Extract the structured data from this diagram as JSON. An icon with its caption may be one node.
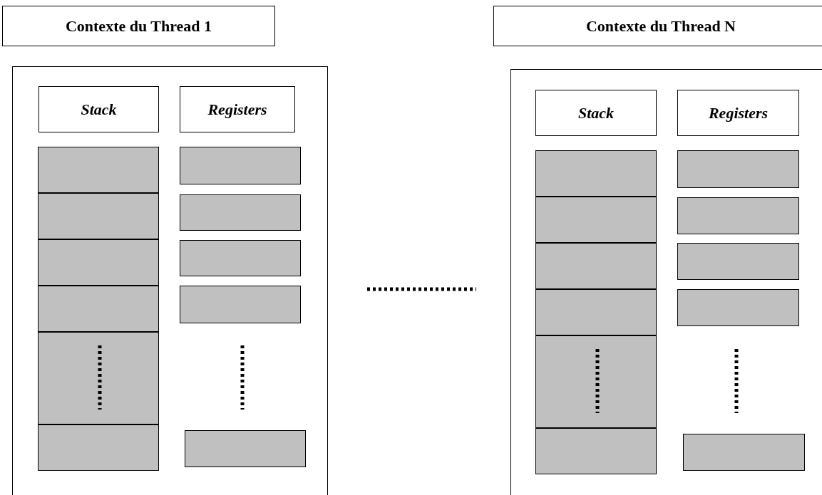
{
  "diagram": {
    "nodes": [
      {
        "text": [
          "Contexte du Thread 1"
        ]
      },
      {
        "text": [],
        "shape": "box"
      },
      {
        "text": [
          "Stack"
        ],
        "in": 1
      },
      {
        "text": [
          "Registers"
        ],
        "in": 1
      },
      {
        "text": [],
        "shape": "bar",
        "in": 1
      },
      {
        "text": [],
        "shape": "bar",
        "in": 1
      },
      {
        "text": [],
        "shape": "bar",
        "in": 1
      },
      {
        "text": [],
        "shape": "bar",
        "in": 1
      },
      {
        "text": [],
        "shape": "bar",
        "in": 1
      },
      {
        "text": [],
        "shape": "bar",
        "in": 1
      },
      {
        "text": [],
        "shape": "bar",
        "in": 1
      },
      {
        "text": [],
        "shape": "bar",
        "in": 1
      },
      {
        "text": [],
        "shape": "bar",
        "in": 1
      },
      {
        "text": [],
        "shape": "bar",
        "in": 1
      },
      {
        "text": [],
        "shape": "bar",
        "in": 1
      },
      {
        "text": [
          "Contexte du Thread N"
        ]
      },
      {
        "text": [],
        "shape": "box"
      },
      {
        "text": [
          "Stack"
        ],
        "in": 16
      },
      {
        "text": [
          "Registers"
        ],
        "in": 16
      },
      {
        "text": [],
        "shape": "bar",
        "in": 16
      },
      {
        "text": [],
        "shape": "bar",
        "in": 16
      },
      {
        "text": [],
        "shape": "bar",
        "in": 16
      },
      {
        "text": [],
        "shape": "bar",
        "in": 16
      },
      {
        "text": [],
        "shape": "bar",
        "in": 16
      },
      {
        "text": [],
        "shape": "bar",
        "in": 16
      },
      {
        "text": [],
        "shape": "bar",
        "in": 16
      },
      {
        "text": [],
        "shape": "bar",
        "in": 16
      },
      {
        "text": [],
        "shape": "bar",
        "in": 16
      },
      {
        "text": [],
        "shape": "bar",
        "in": 16
      },
      {
        "text": [],
        "shape": "bar",
        "in": 16
      }
    ],
    "edges": []
  }
}
